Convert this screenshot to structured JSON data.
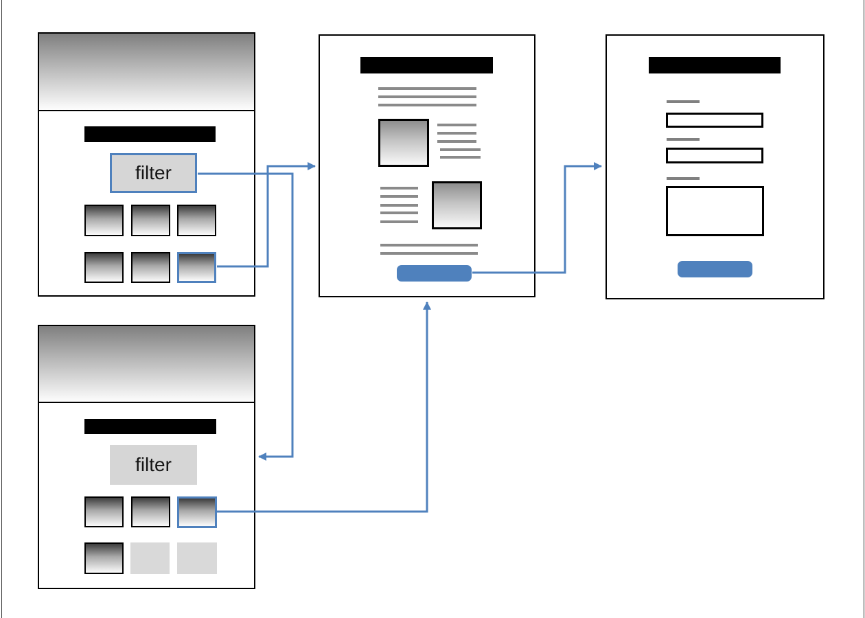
{
  "screens": {
    "product_list": {
      "filter_label": "filter"
    },
    "filtered_list": {
      "filter_label": "filter"
    }
  },
  "colors": {
    "accent_blue": "#4F81BD",
    "placeholder_gray": "#D9D9D9",
    "button_gray": "#D6D6D6",
    "text_line_gray": "#8A8A8A",
    "title_bar_black": "#000000"
  },
  "icons": {
    "flow_arrow": "triangle-arrowhead"
  }
}
